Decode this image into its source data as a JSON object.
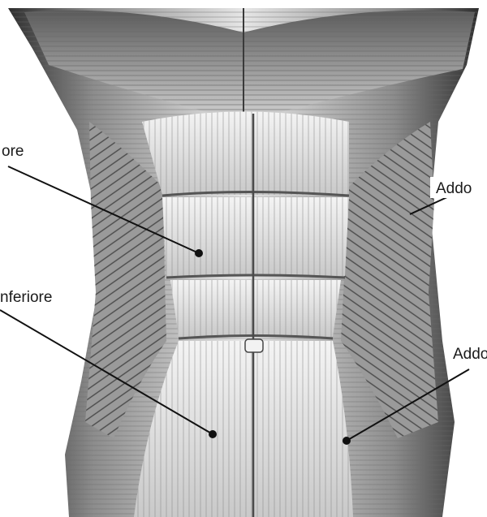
{
  "labels": {
    "upper_left": "ore",
    "lower_left": "nferiore",
    "upper_right": "Addo",
    "lower_right": "Addo"
  },
  "colors": {
    "background": "#ffffff",
    "muscle_light": "#e9e9e9",
    "muscle_mid": "#b9b9b9",
    "muscle_dark": "#3a3a3a",
    "leader_line": "#111111"
  }
}
